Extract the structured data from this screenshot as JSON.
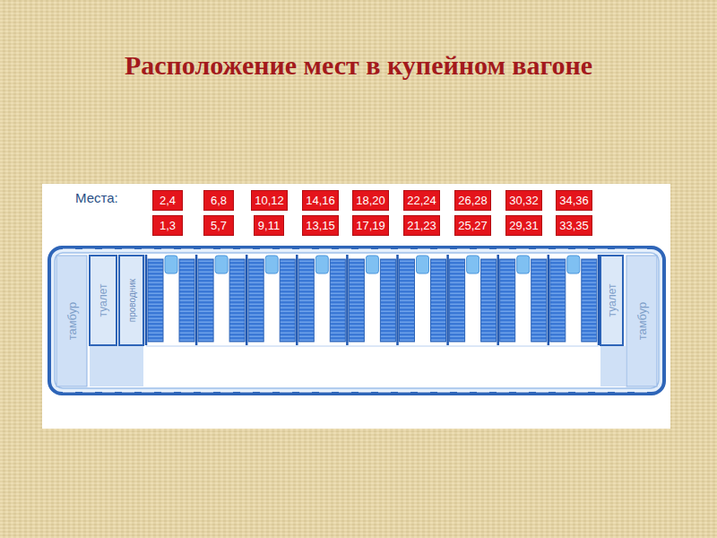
{
  "diagram": {
    "title": "Расположение мест в купейном вагоне",
    "nodes": [
      {
        "text": [
          "2,4"
        ]
      },
      {
        "text": [
          "6,8"
        ]
      },
      {
        "text": [
          "10,12"
        ]
      },
      {
        "text": [
          "14,16"
        ]
      },
      {
        "text": [
          "18,20"
        ]
      },
      {
        "text": [
          "22,24"
        ]
      },
      {
        "text": [
          "26,28"
        ]
      },
      {
        "text": [
          "30,32"
        ]
      },
      {
        "text": [
          "34,36"
        ]
      },
      {
        "text": [
          "1,3"
        ]
      },
      {
        "text": [
          "5,7"
        ]
      },
      {
        "text": [
          "9,11"
        ]
      },
      {
        "text": [
          "13,15"
        ]
      },
      {
        "text": [
          "17,19"
        ]
      },
      {
        "text": [
          "21,23"
        ]
      },
      {
        "text": [
          "25,27"
        ]
      },
      {
        "text": [
          "29,31"
        ]
      },
      {
        "text": [
          "33,35"
        ]
      },
      {
        "text": [
          "тамбур"
        ]
      },
      {
        "text": [
          "туалет"
        ]
      },
      {
        "text": [
          "проводник"
        ]
      },
      {
        "text": [
          "туалет"
        ]
      },
      {
        "text": [
          "тамбур"
        ]
      }
    ],
    "labels": [
      "Места:"
    ]
  }
}
